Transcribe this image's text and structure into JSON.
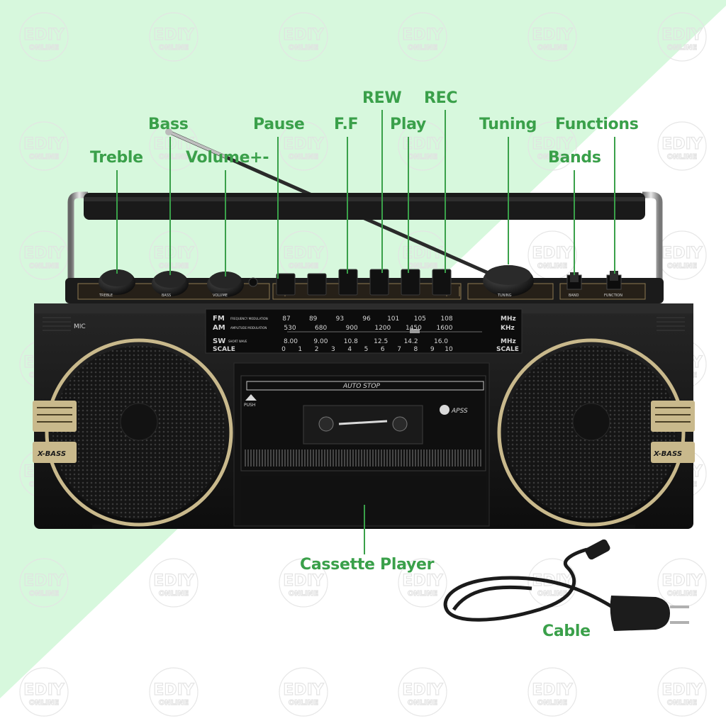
{
  "callouts": {
    "treble": "Treble",
    "bass": "Bass",
    "volume": "Volume+-",
    "pause": "Pause",
    "ff": "F.F",
    "rew": "REW",
    "play": "Play",
    "rec": "REC",
    "tuning": "Tuning",
    "functions": "Functions",
    "bands": "Bands",
    "cassette_player": "Cassette Player",
    "cable": "Cable"
  },
  "radio": {
    "mic_label": "MIC",
    "fm_label": "FM",
    "fm_sub": "FREQUENCY MODULATION",
    "am_label": "AM",
    "am_sub": "AMPLITUDE MODULATION",
    "sw_label": "SW",
    "sw_sub": "SHORT WAVE",
    "scale_label": "SCALE",
    "fm_values": [
      "87",
      "89",
      "93",
      "96",
      "101",
      "105",
      "108"
    ],
    "fm_unit": "MHz",
    "am_values": [
      "530",
      "680",
      "900",
      "1200",
      "1450",
      "1600"
    ],
    "am_unit": "KHz",
    "sw_values": [
      "8.00",
      "9.00",
      "10.8",
      "12.5",
      "14.2",
      "16.0"
    ],
    "sw_unit": "MHz",
    "scale_values": [
      "0",
      "1",
      "2",
      "3",
      "4",
      "5",
      "6",
      "7",
      "8",
      "9",
      "10"
    ],
    "scale_unit": "SCALE",
    "auto_stop": "AUTO STOP",
    "push_label": "PUSH",
    "apss_label": "APSS",
    "xbass_left": "X-BASS",
    "xbass_right": "X-BASS",
    "band_label": "BAND",
    "function_label": "FUNCTION",
    "tuning_label": "TUNING",
    "treble_label": "TREBLE",
    "bass_label": "BASS",
    "volume_label": "VOLUME"
  },
  "watermark": {
    "line1": "EDIY",
    "line2": "ONLINE"
  },
  "colors": {
    "background": "#ffffff",
    "green_panel": "#d7f8dd",
    "callout": "#3aa04a",
    "body": "#161616",
    "gold": "#c9b98c"
  }
}
